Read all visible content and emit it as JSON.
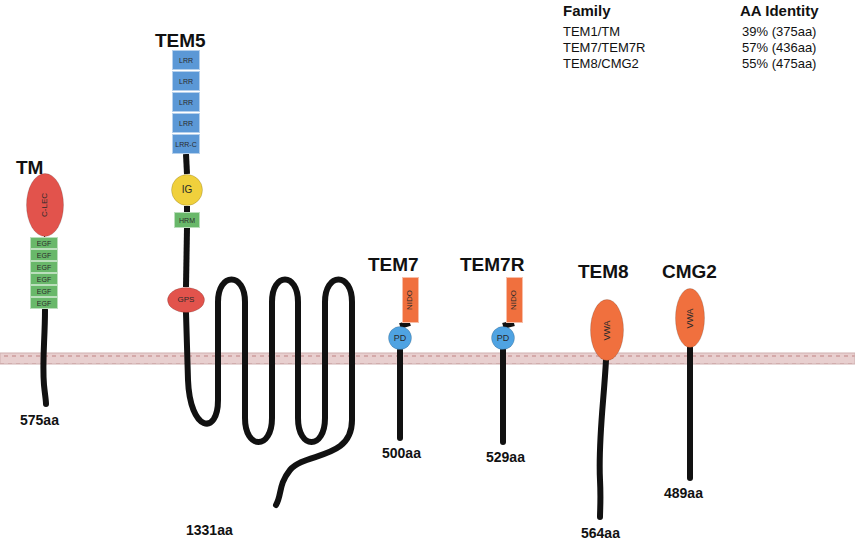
{
  "diagram": {
    "nodes": [
      {
        "text": [
          "C-LEC"
        ]
      },
      {
        "text": [
          "EGF"
        ]
      },
      {
        "text": [
          "EGF"
        ]
      },
      {
        "text": [
          "EGF"
        ]
      },
      {
        "text": [
          "EGF"
        ]
      },
      {
        "text": [
          "EGF"
        ]
      },
      {
        "text": [
          "EGF"
        ]
      },
      {
        "text": [
          "LRR"
        ]
      },
      {
        "text": [
          "LRR"
        ]
      },
      {
        "text": [
          "LRR"
        ]
      },
      {
        "text": [
          "LRR"
        ]
      },
      {
        "text": [
          "LRR-C"
        ]
      },
      {
        "text": [
          "IG"
        ]
      },
      {
        "text": [
          "HRM"
        ]
      },
      {
        "text": [
          "GPS"
        ]
      },
      {
        "text": [
          "NIDO"
        ]
      },
      {
        "text": [
          "PD"
        ]
      },
      {
        "text": [
          "NIDO"
        ]
      },
      {
        "text": [
          "PD"
        ]
      },
      {
        "text": [
          "VWA"
        ]
      },
      {
        "text": [
          "VWA"
        ]
      }
    ],
    "edges": [
      {
        "from": 0,
        "to": 1,
        "arrow": "none"
      },
      {
        "from": 11,
        "to": 12,
        "arrow": "none"
      },
      {
        "from": 12,
        "to": 13,
        "arrow": "none"
      },
      {
        "from": 13,
        "to": 14,
        "arrow": "none"
      },
      {
        "from": 15,
        "to": 16,
        "arrow": "none"
      },
      {
        "from": 17,
        "to": 18,
        "arrow": "none"
      }
    ],
    "labels": [
      "TM",
      "TEM5",
      "TEM7",
      "TEM7R",
      "TEM8",
      "CMG2",
      "575aa",
      "1331aa",
      "500aa",
      "529aa",
      "564aa",
      "489aa",
      "Family",
      "AA Identity",
      "TEM1/TM",
      "39% (375aa)",
      "TEM7/TEM7R",
      "57% (436aa)",
      "TEM8/CMG2",
      "55% (475aa)"
    ]
  }
}
